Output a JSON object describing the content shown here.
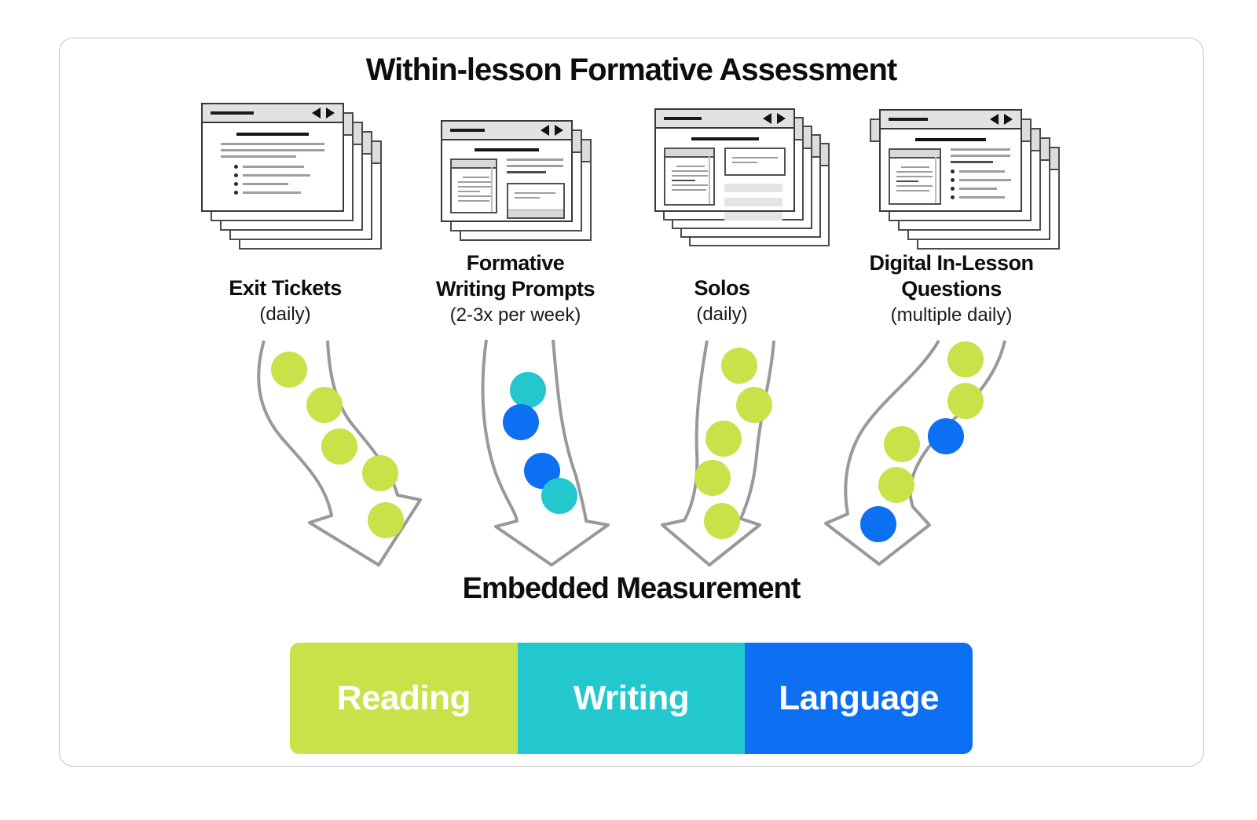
{
  "title": "Within-lesson Formative Assessment",
  "subheading": "Embedded Measurement",
  "colors": {
    "lime": "#c8e24a",
    "teal": "#22c8ce",
    "blue": "#0d6ff2",
    "arrow": "#999999"
  },
  "sources": [
    {
      "name_lines": [
        "Exit Tickets"
      ],
      "frequency": "(daily)",
      "dots": [
        "lime",
        "lime",
        "lime",
        "lime",
        "lime"
      ]
    },
    {
      "name_lines": [
        "Formative",
        "Writing Prompts"
      ],
      "frequency": "(2-3x per week)",
      "dots": [
        "teal",
        "blue",
        "blue",
        "teal"
      ]
    },
    {
      "name_lines": [
        "Solos"
      ],
      "frequency": "(daily)",
      "dots": [
        "lime",
        "lime",
        "lime",
        "lime",
        "lime"
      ]
    },
    {
      "name_lines": [
        "Digital In-Lesson",
        "Questions"
      ],
      "frequency": "(multiple daily)",
      "dots": [
        "lime",
        "lime",
        "blue",
        "lime",
        "lime",
        "blue"
      ]
    }
  ],
  "measures": [
    {
      "label": "Reading",
      "color": "#c8e24a"
    },
    {
      "label": "Writing",
      "color": "#22c8ce"
    },
    {
      "label": "Language",
      "color": "#0d6ff2"
    }
  ]
}
